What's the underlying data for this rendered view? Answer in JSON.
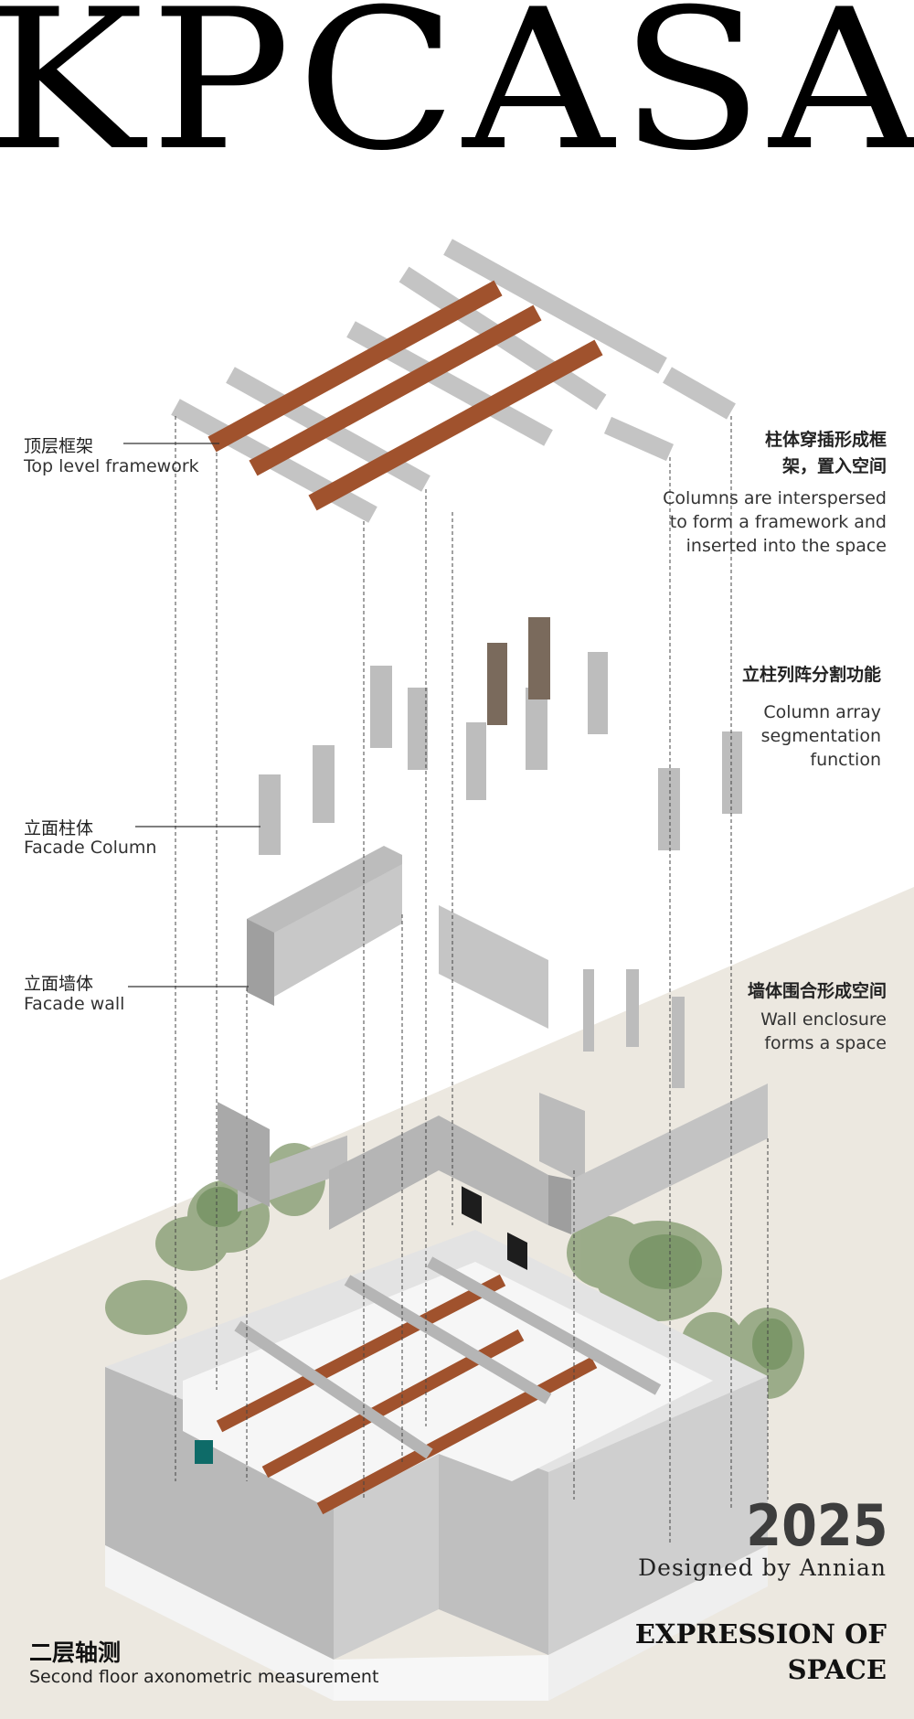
{
  "brand": {
    "title": "KPCASA"
  },
  "labels": {
    "top_frame": {
      "cn": "顶层框架",
      "en": "Top level framework"
    },
    "facade_column": {
      "cn": "立面柱体",
      "en": "Facade Column"
    },
    "facade_wall": {
      "cn": "立面墙体",
      "en": "Facade wall"
    }
  },
  "notes": {
    "framework": {
      "cn_line1": "柱体穿插形成框",
      "cn_line2": "架，置入空间",
      "en_line1": "Columns are interspersed",
      "en_line2": "to form a framework and",
      "en_line3": "inserted into the space"
    },
    "columns": {
      "cn": "立柱列阵分割功能",
      "en_line1": "Column array",
      "en_line2": "segmentation",
      "en_line3": "function"
    },
    "walls": {
      "cn": "墙体围合形成空间",
      "en_line1": "Wall enclosure",
      "en_line2": "forms a space"
    }
  },
  "footer": {
    "year": "2025",
    "designed_by": "Designed by Annian",
    "expression_line1": "EXPRESSION OF",
    "expression_line2": "SPACE",
    "caption_cn": "二层轴测",
    "caption_en": "Second floor axonometric measurement"
  },
  "colors": {
    "concrete": "#c9c9c9",
    "concrete_dark": "#a8a8a8",
    "timber": "#a0522d",
    "column_brown": "#7a6a5c",
    "ground": "#ece8e0",
    "accent_teal": "#0e6b68"
  }
}
